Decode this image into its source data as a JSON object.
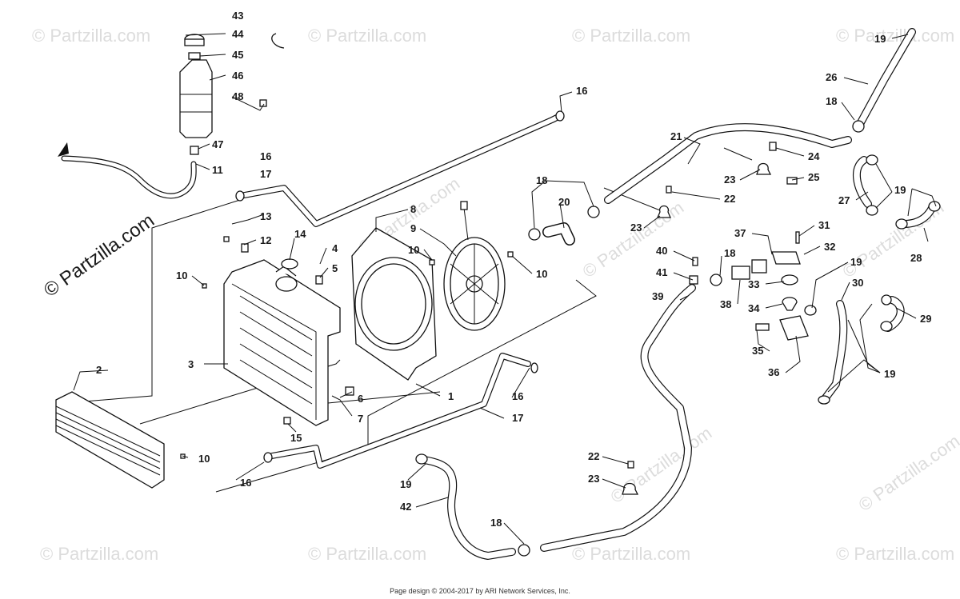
{
  "watermark": {
    "brand_vertical": "© Partzilla.com",
    "brand_tile": "© Partzilla.com",
    "color": "#dcdcdc"
  },
  "footer": {
    "text": "Page design © 2004-2017 by ARI Network Services, Inc."
  },
  "callouts": [
    {
      "id": "c43",
      "number": "43"
    },
    {
      "id": "c44",
      "number": "44"
    },
    {
      "id": "c45",
      "number": "45"
    },
    {
      "id": "c46",
      "number": "46"
    },
    {
      "id": "c48",
      "number": "48"
    },
    {
      "id": "c47",
      "number": "47"
    },
    {
      "id": "c11",
      "number": "11"
    },
    {
      "id": "c16a",
      "number": "16"
    },
    {
      "id": "c17a",
      "number": "17"
    },
    {
      "id": "c13",
      "number": "13"
    },
    {
      "id": "c12",
      "number": "12"
    },
    {
      "id": "c14",
      "number": "14"
    },
    {
      "id": "c4",
      "number": "4"
    },
    {
      "id": "c5",
      "number": "5"
    },
    {
      "id": "c10a",
      "number": "10"
    },
    {
      "id": "c3",
      "number": "3"
    },
    {
      "id": "c2",
      "number": "2"
    },
    {
      "id": "c10b",
      "number": "10"
    },
    {
      "id": "c16b",
      "number": "16"
    },
    {
      "id": "c15",
      "number": "15"
    },
    {
      "id": "c6",
      "number": "6"
    },
    {
      "id": "c7",
      "number": "7"
    },
    {
      "id": "c8",
      "number": "8"
    },
    {
      "id": "c9",
      "number": "9"
    },
    {
      "id": "c10c",
      "number": "10"
    },
    {
      "id": "c10d",
      "number": "10"
    },
    {
      "id": "c16c",
      "number": "16"
    },
    {
      "id": "c1",
      "number": "1"
    },
    {
      "id": "c16d",
      "number": "16"
    },
    {
      "id": "c17b",
      "number": "17"
    },
    {
      "id": "c19a",
      "number": "19"
    },
    {
      "id": "c42",
      "number": "42"
    },
    {
      "id": "c18a",
      "number": "18"
    },
    {
      "id": "c22a",
      "number": "22"
    },
    {
      "id": "c23a",
      "number": "23"
    },
    {
      "id": "c18b",
      "number": "18"
    },
    {
      "id": "c20",
      "number": "20"
    },
    {
      "id": "c23b",
      "number": "23"
    },
    {
      "id": "c22b",
      "number": "22"
    },
    {
      "id": "c21",
      "number": "21"
    },
    {
      "id": "c23c",
      "number": "23"
    },
    {
      "id": "c24",
      "number": "24"
    },
    {
      "id": "c25",
      "number": "25"
    },
    {
      "id": "c19b",
      "number": "19"
    },
    {
      "id": "c26",
      "number": "26"
    },
    {
      "id": "c18c",
      "number": "18"
    },
    {
      "id": "c27",
      "number": "27"
    },
    {
      "id": "c19c",
      "number": "19"
    },
    {
      "id": "c28",
      "number": "28"
    },
    {
      "id": "c31",
      "number": "31"
    },
    {
      "id": "c37",
      "number": "37"
    },
    {
      "id": "c32",
      "number": "32"
    },
    {
      "id": "c40",
      "number": "40"
    },
    {
      "id": "c18d",
      "number": "18"
    },
    {
      "id": "c41",
      "number": "41"
    },
    {
      "id": "c19d",
      "number": "19"
    },
    {
      "id": "c33",
      "number": "33"
    },
    {
      "id": "c30",
      "number": "30"
    },
    {
      "id": "c39",
      "number": "39"
    },
    {
      "id": "c38",
      "number": "38"
    },
    {
      "id": "c34",
      "number": "34"
    },
    {
      "id": "c29",
      "number": "29"
    },
    {
      "id": "c35",
      "number": "35"
    },
    {
      "id": "c36",
      "number": "36"
    },
    {
      "id": "c19e",
      "number": "19"
    }
  ]
}
